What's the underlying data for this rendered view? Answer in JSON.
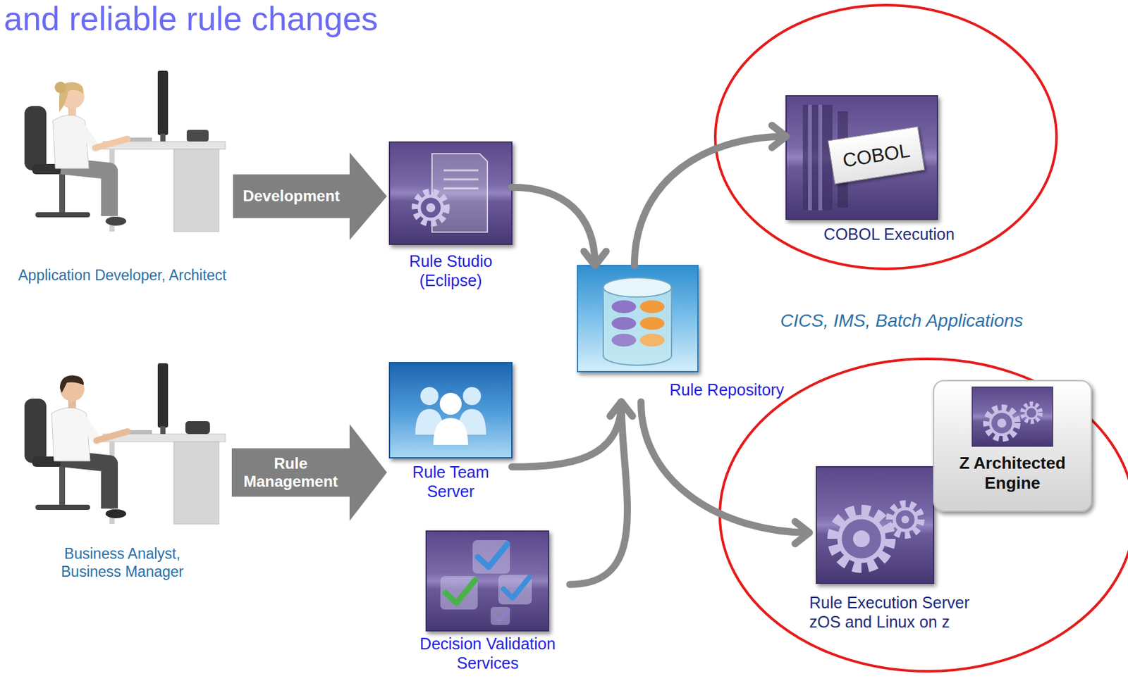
{
  "diagram": {
    "title": "and reliable rule changes",
    "nodes": [
      {
        "text": [
          "Application Developer, Architect"
        ]
      },
      {
        "text": [
          "Rule Studio (Eclipse)"
        ]
      },
      {
        "text": [
          "Business Analyst, Business Manager"
        ]
      },
      {
        "text": [
          "Rule Team Server"
        ]
      },
      {
        "text": [
          "Decision Validation Services"
        ]
      },
      {
        "text": [
          "Rule Repository"
        ]
      },
      {
        "text": [
          "COBOL",
          "COBOL Execution"
        ]
      },
      {
        "text": [
          "Rule Execution Server zOS and Linux on z"
        ]
      },
      {
        "text": [
          "Z Architected Engine"
        ],
        "in": 7
      }
    ],
    "edges": [
      {
        "from": 0,
        "to": 1,
        "arrow": "to",
        "label": "Development"
      },
      {
        "from": 2,
        "to": 3,
        "arrow": "to",
        "label": "Rule Management"
      },
      {
        "from": 1,
        "to": 5,
        "arrow": "to"
      },
      {
        "from": 3,
        "to": 5,
        "arrow": "to"
      },
      {
        "from": 4,
        "to": 5,
        "arrow": "to"
      },
      {
        "from": 5,
        "to": 6,
        "arrow": "to"
      },
      {
        "from": 5,
        "to": 7,
        "arrow": "to"
      }
    ],
    "labels": [
      "CICS, IMS, Batch Applications"
    ]
  }
}
